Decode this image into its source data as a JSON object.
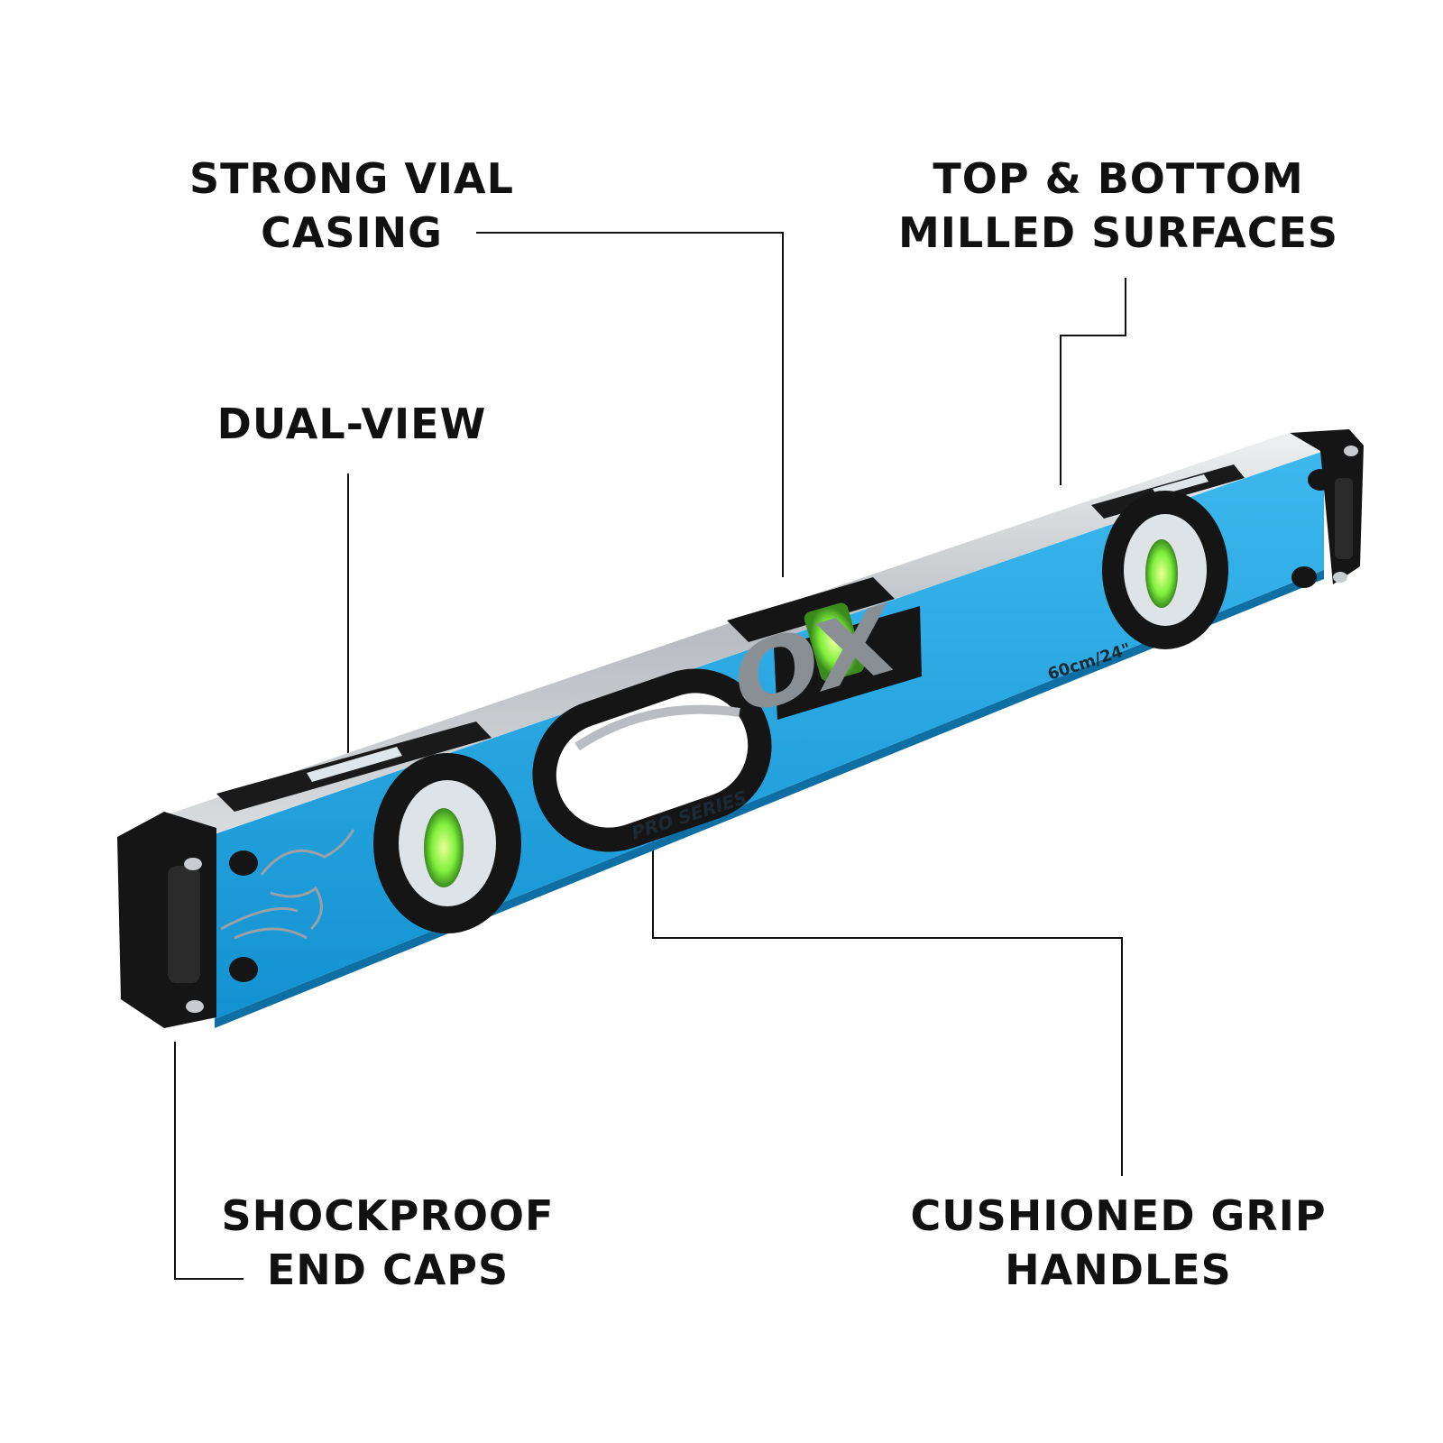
{
  "callouts": {
    "strong_vial_casing": [
      "STRONG VIAL",
      "CASING"
    ],
    "milled_surfaces": [
      "TOP & BOTTOM",
      "MILLED SURFACES"
    ],
    "dual_view": [
      "DUAL-VIEW"
    ],
    "end_caps": [
      "SHOCKPROOF",
      "END CAPS"
    ],
    "grip_handles": [
      "CUSHIONED GRIP",
      "HANDLES"
    ]
  },
  "product": {
    "brand_logo": "OX",
    "series_label": "PRO SERIES",
    "size_label": "60cm/24\"",
    "icons": [
      "bull-logo-icon",
      "vial-icon",
      "end-cap-icon",
      "screw-icon"
    ]
  },
  "colors": {
    "body_blue": "#1aa3e0",
    "frame_silver": "#c4c8cc",
    "rubber_black": "#151515",
    "vial_green": "#7ff03a",
    "logo_grey": "#8a8f94",
    "text": "#111111"
  }
}
